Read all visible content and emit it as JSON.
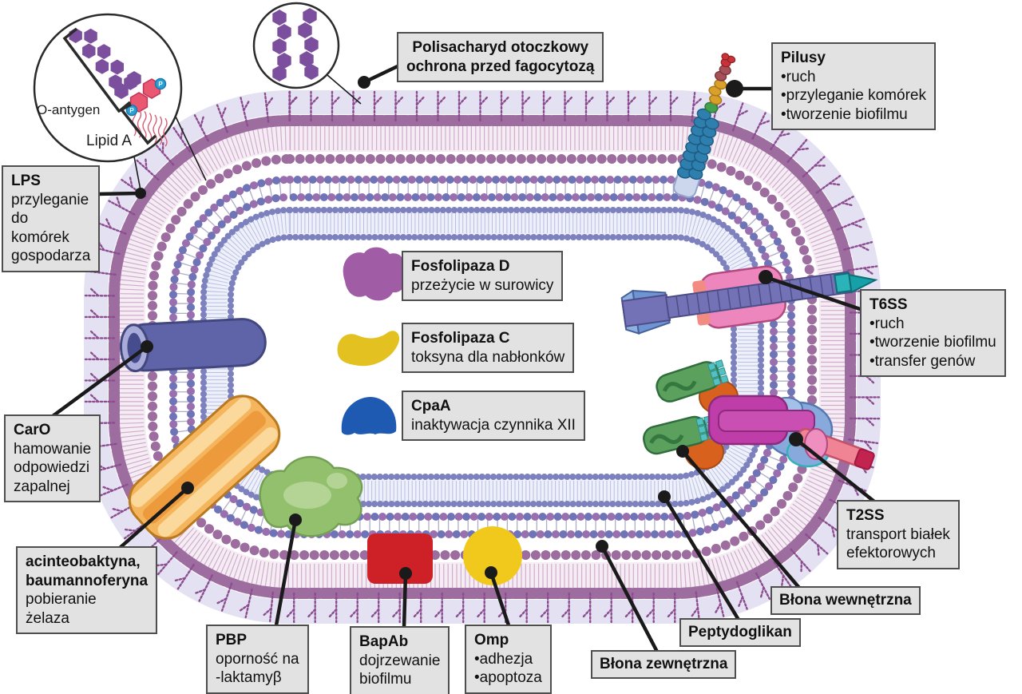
{
  "insets": {
    "o_antygen": "O-antygen",
    "lipid_a": "Lipid A",
    "phosphorus": "P"
  },
  "boxes": {
    "polisacharyd": {
      "title": "Polisacharyd otoczkowy",
      "line2": "ochrona przed fagocytozą"
    },
    "pilusy": {
      "title": "Pilusy",
      "lines": [
        "•ruch",
        "•przyleganie komórek",
        "•tworzenie biofilmu"
      ]
    },
    "lps": {
      "title": "LPS",
      "lines": [
        "przyleganie",
        "do",
        "komórek",
        "gospodarza"
      ]
    },
    "caro": {
      "title": "CarO",
      "lines": [
        "hamowanie",
        "odpowiedzi",
        "zapalnej"
      ]
    },
    "acineto": {
      "title_lines": [
        "acinteobaktyna,",
        "baumannoferyna"
      ],
      "lines": [
        "pobieranie",
        "żelaza"
      ]
    },
    "pbp": {
      "title": "PBP",
      "lines": [
        "oporność na",
        "-laktamyβ"
      ]
    },
    "bapab": {
      "title": "BapAb",
      "lines": [
        "dojrzewanie",
        "biofilmu"
      ]
    },
    "omp": {
      "title": "Omp",
      "lines": [
        "•adhezja",
        "•apoptoza"
      ]
    },
    "fosfolipaza_d": {
      "title": "Fosfolipaza D",
      "lines": [
        "przeżycie w surowicy"
      ]
    },
    "fosfolipaza_c": {
      "title": "Fosfolipaza C",
      "lines": [
        "toksyna dla nabłonków"
      ]
    },
    "cpaa": {
      "title": "CpaA",
      "lines": [
        "inaktywacja czynnika XII"
      ]
    },
    "t6ss": {
      "title": "T6SS",
      "lines": [
        "•ruch",
        "•tworzenie biofilmu",
        "•transfer genów"
      ]
    },
    "t2ss": {
      "title": "T2SS",
      "lines": [
        "transport białek",
        "efektorowych"
      ]
    },
    "blona_wewnetrzna": {
      "title": "Błona wewnętrzna"
    },
    "peptydoglikan": {
      "title": "Peptydoglikan"
    },
    "blona_zewnetrzna": {
      "title": "Błona zewnętrzna"
    }
  },
  "colors": {
    "label_box_bg": "#e2e2e2",
    "label_box_border": "#4e4e4e",
    "capsule": "#e4e1f2",
    "outer_membrane": "#9c6d9e",
    "lps_spike": "#8b4d8f",
    "peptidoglycan_purple": "#9a6fae",
    "peptidoglycan_blue": "#6f74b6",
    "inner_membrane": "#7d82bf",
    "caro_channel": "#5f64a8",
    "siderophore_barrel": "#f5b55c",
    "pbp_green": "#93c06c",
    "bapab_red": "#cd2027",
    "omp_yellow": "#f0c91c",
    "fosfolipaza_d_purple": "#a05da6",
    "fosfolipaza_c_yellow": "#e2c120",
    "cpaa_blue": "#1e5ab2",
    "pilus_blue": "#2e7fae",
    "t6ss_tube": "#7372b6",
    "t6ss_teal": "#17a0a8",
    "t2ss_magenta": "#bf3da8",
    "t2ss_pink_tube": "#f08394",
    "hexagon_purple": "#7b4f9e",
    "lipid_core_pink": "#ea5771",
    "phosphate_blue": "#2a9fd8"
  }
}
